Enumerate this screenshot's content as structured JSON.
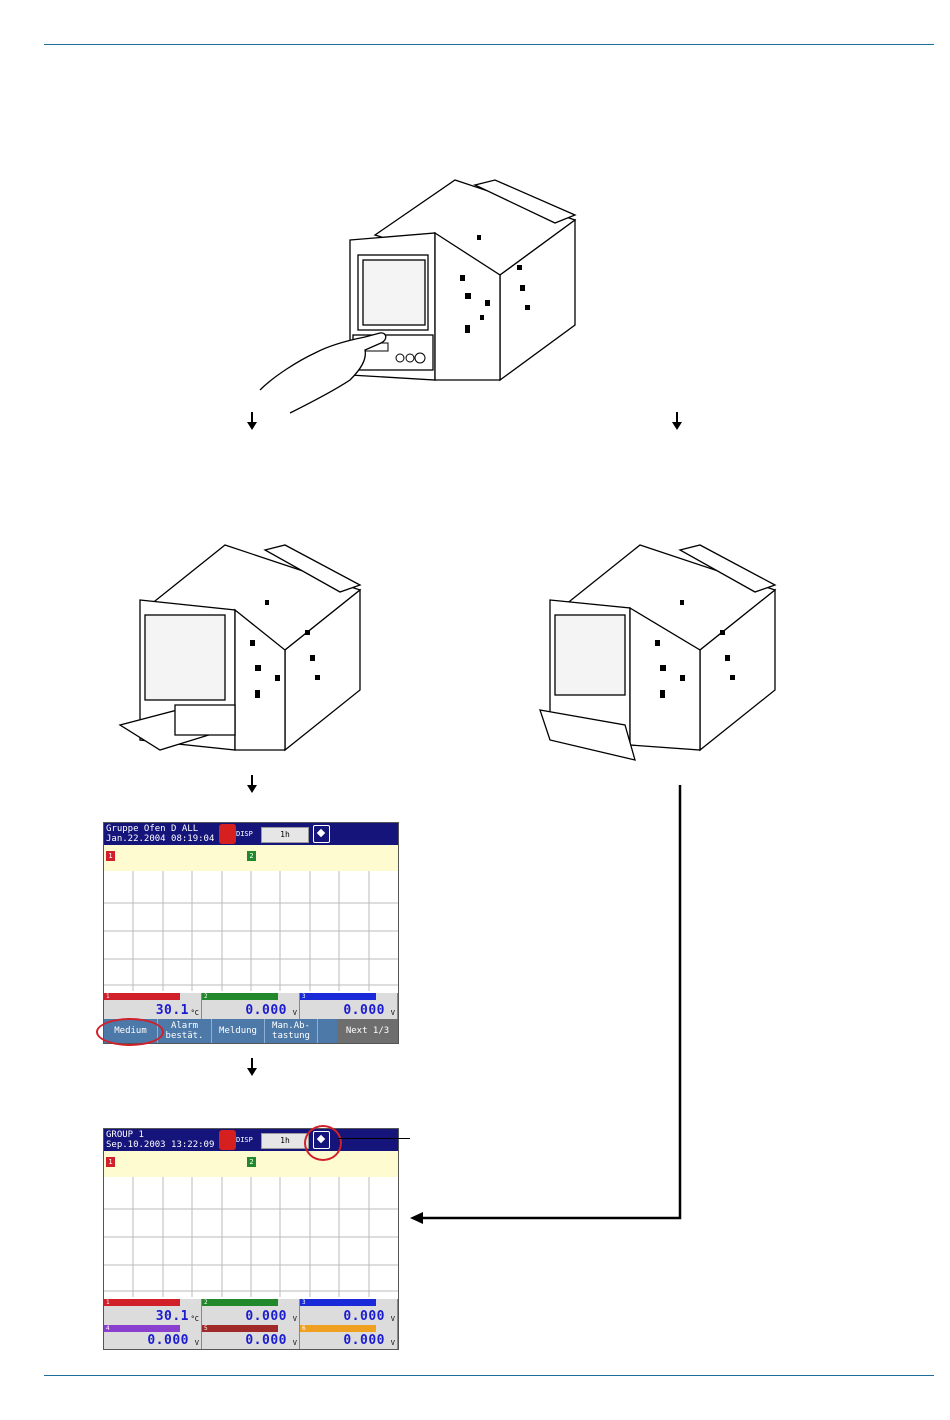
{
  "screen1": {
    "line1": "Gruppe Ofen D   ALL",
    "line2": "Jan.22.2004 08:19:04",
    "disp_label": "DISP",
    "span_label": "1h",
    "markers": [
      "1",
      "2"
    ],
    "channels": [
      {
        "no": "1",
        "value": "30.1",
        "unit": "°C",
        "color": "#d0202a"
      },
      {
        "no": "2",
        "value": "0.000",
        "unit": "V",
        "color": "#21882c"
      },
      {
        "no": "3",
        "value": "0.000",
        "unit": "V",
        "color": "#1a2ad8"
      }
    ],
    "softkeys": [
      "Medium",
      "Alarm\nbestät.",
      "Meldung",
      "Man.Ab-\ntastung",
      "Next 1/3"
    ]
  },
  "screen2": {
    "line1": "GROUP 1",
    "line2": "Sep.10.2003 13:22:09",
    "disp_label": "DISP",
    "span_label": "1h",
    "markers": [
      "1",
      "2"
    ],
    "channels": [
      {
        "no": "1",
        "value": "30.1",
        "unit": "°C",
        "color": "#d0202a"
      },
      {
        "no": "2",
        "value": "0.000",
        "unit": "V",
        "color": "#21882c"
      },
      {
        "no": "3",
        "value": "0.000",
        "unit": "V",
        "color": "#1a2ad8"
      },
      {
        "no": "4",
        "value": "0.000",
        "unit": "V",
        "color": "#8a3fcf"
      },
      {
        "no": "5",
        "value": "0.000",
        "unit": "V",
        "color": "#a02a2a"
      },
      {
        "no": "6",
        "value": "0.000",
        "unit": "V",
        "color": "#f0a020"
      }
    ]
  },
  "colors": {
    "rule": "#1f6e9a",
    "header_bg": "#14147a",
    "softkey_bg": "#4d79a8",
    "highlight": "#d0202a"
  },
  "icons": [
    "down-arrow-icon",
    "dpad-icon",
    "memory-card-icon",
    "hand-icon"
  ]
}
